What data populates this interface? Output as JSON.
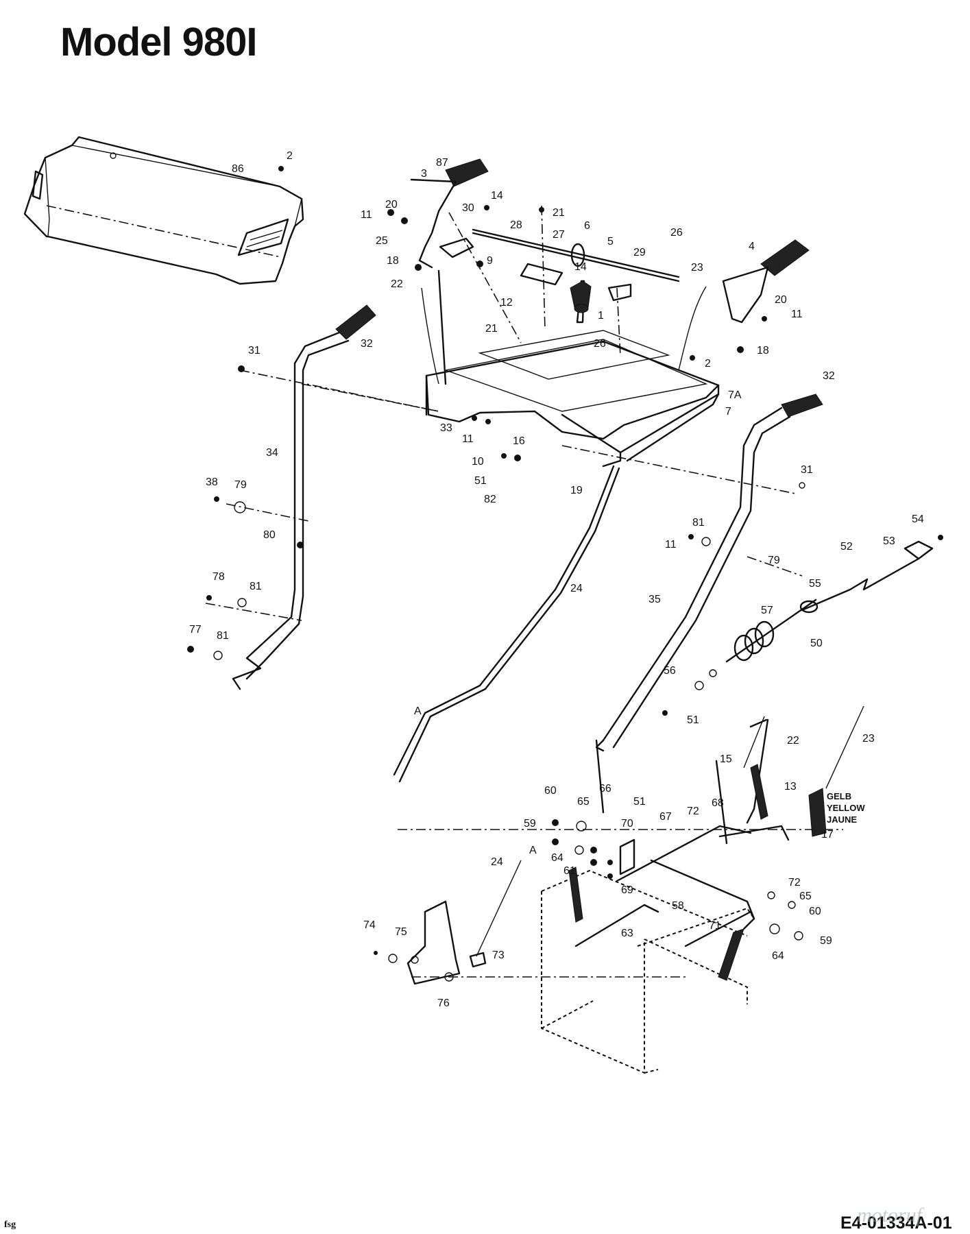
{
  "title": "Model 980I",
  "footer": {
    "left_mark": "fsg",
    "drawing_code": "E4-01334A-01",
    "watermark": "motoruf"
  },
  "notes": {
    "color_1": "GELB",
    "color_2": "YELLOW",
    "color_3": "JAUNE"
  },
  "callouts": [
    "86",
    "2",
    "3",
    "87",
    "14",
    "20",
    "11",
    "25",
    "18",
    "22",
    "30",
    "21",
    "28",
    "27",
    "6",
    "5",
    "26",
    "29",
    "9",
    "12",
    "21",
    "14",
    "1",
    "26",
    "2",
    "4",
    "23",
    "20",
    "11",
    "18",
    "32",
    "31",
    "7A",
    "7",
    "33",
    "11",
    "16",
    "10",
    "51",
    "82",
    "19",
    "34",
    "38",
    "79",
    "80",
    "78",
    "81",
    "77",
    "81",
    "24",
    "A",
    "32",
    "31",
    "81",
    "11",
    "52",
    "53",
    "54",
    "79",
    "55",
    "57",
    "35",
    "50",
    "56",
    "51",
    "22",
    "23",
    "15",
    "13",
    "17",
    "60",
    "65",
    "66",
    "51",
    "67",
    "72",
    "68",
    "70",
    "59",
    "64",
    "61",
    "69",
    "72",
    "65",
    "60",
    "58",
    "71",
    "59",
    "64",
    "63",
    "24",
    "A",
    "74",
    "75",
    "73",
    "76"
  ]
}
